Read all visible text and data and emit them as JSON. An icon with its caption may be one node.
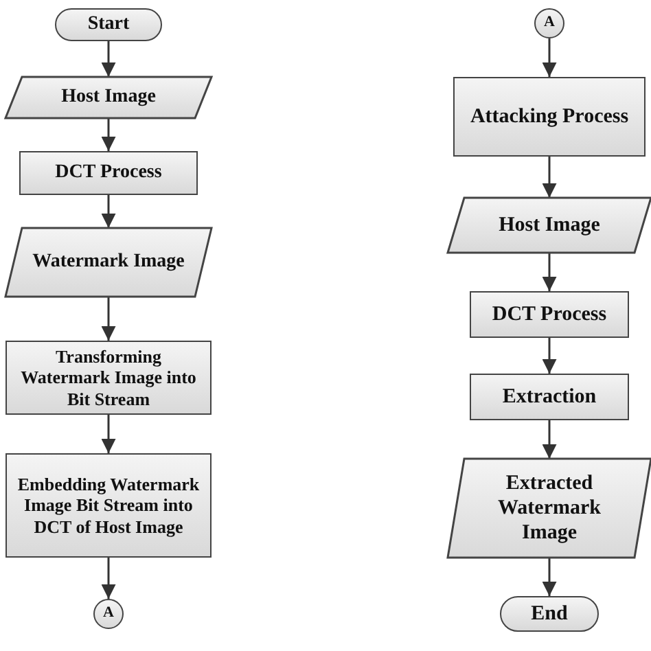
{
  "diagram": {
    "nodes": [
      {
        "text": [
          "Start"
        ]
      },
      {
        "text": [
          "Host Image"
        ]
      },
      {
        "text": [
          "DCT Process"
        ]
      },
      {
        "text": [
          "Watermark Image"
        ]
      },
      {
        "text": [
          "Transforming Watermark Image into Bit Stream"
        ]
      },
      {
        "text": [
          "Embedding Watermark Image Bit Stream into DCT of Host Image"
        ]
      },
      {
        "text": [
          "A"
        ]
      },
      {
        "text": [
          "A"
        ]
      },
      {
        "text": [
          "Attacking Process"
        ]
      },
      {
        "text": [
          "Host Image"
        ]
      },
      {
        "text": [
          "DCT Process"
        ]
      },
      {
        "text": [
          "Extraction"
        ]
      },
      {
        "text": [
          "Extracted Watermark Image"
        ]
      },
      {
        "text": [
          "End"
        ]
      }
    ],
    "edges": [
      {
        "from": 0,
        "to": 1,
        "arrow": "to"
      },
      {
        "from": 1,
        "to": 2,
        "arrow": "to"
      },
      {
        "from": 2,
        "to": 3,
        "arrow": "to"
      },
      {
        "from": 3,
        "to": 4,
        "arrow": "to"
      },
      {
        "from": 4,
        "to": 5,
        "arrow": "to"
      },
      {
        "from": 5,
        "to": 6,
        "arrow": "to"
      },
      {
        "from": 7,
        "to": 8,
        "arrow": "to"
      },
      {
        "from": 8,
        "to": 9,
        "arrow": "to"
      },
      {
        "from": 9,
        "to": 10,
        "arrow": "to"
      },
      {
        "from": 10,
        "to": 11,
        "arrow": "to"
      },
      {
        "from": 11,
        "to": 12,
        "arrow": "to"
      },
      {
        "from": 12,
        "to": 13,
        "arrow": "to"
      }
    ]
  }
}
